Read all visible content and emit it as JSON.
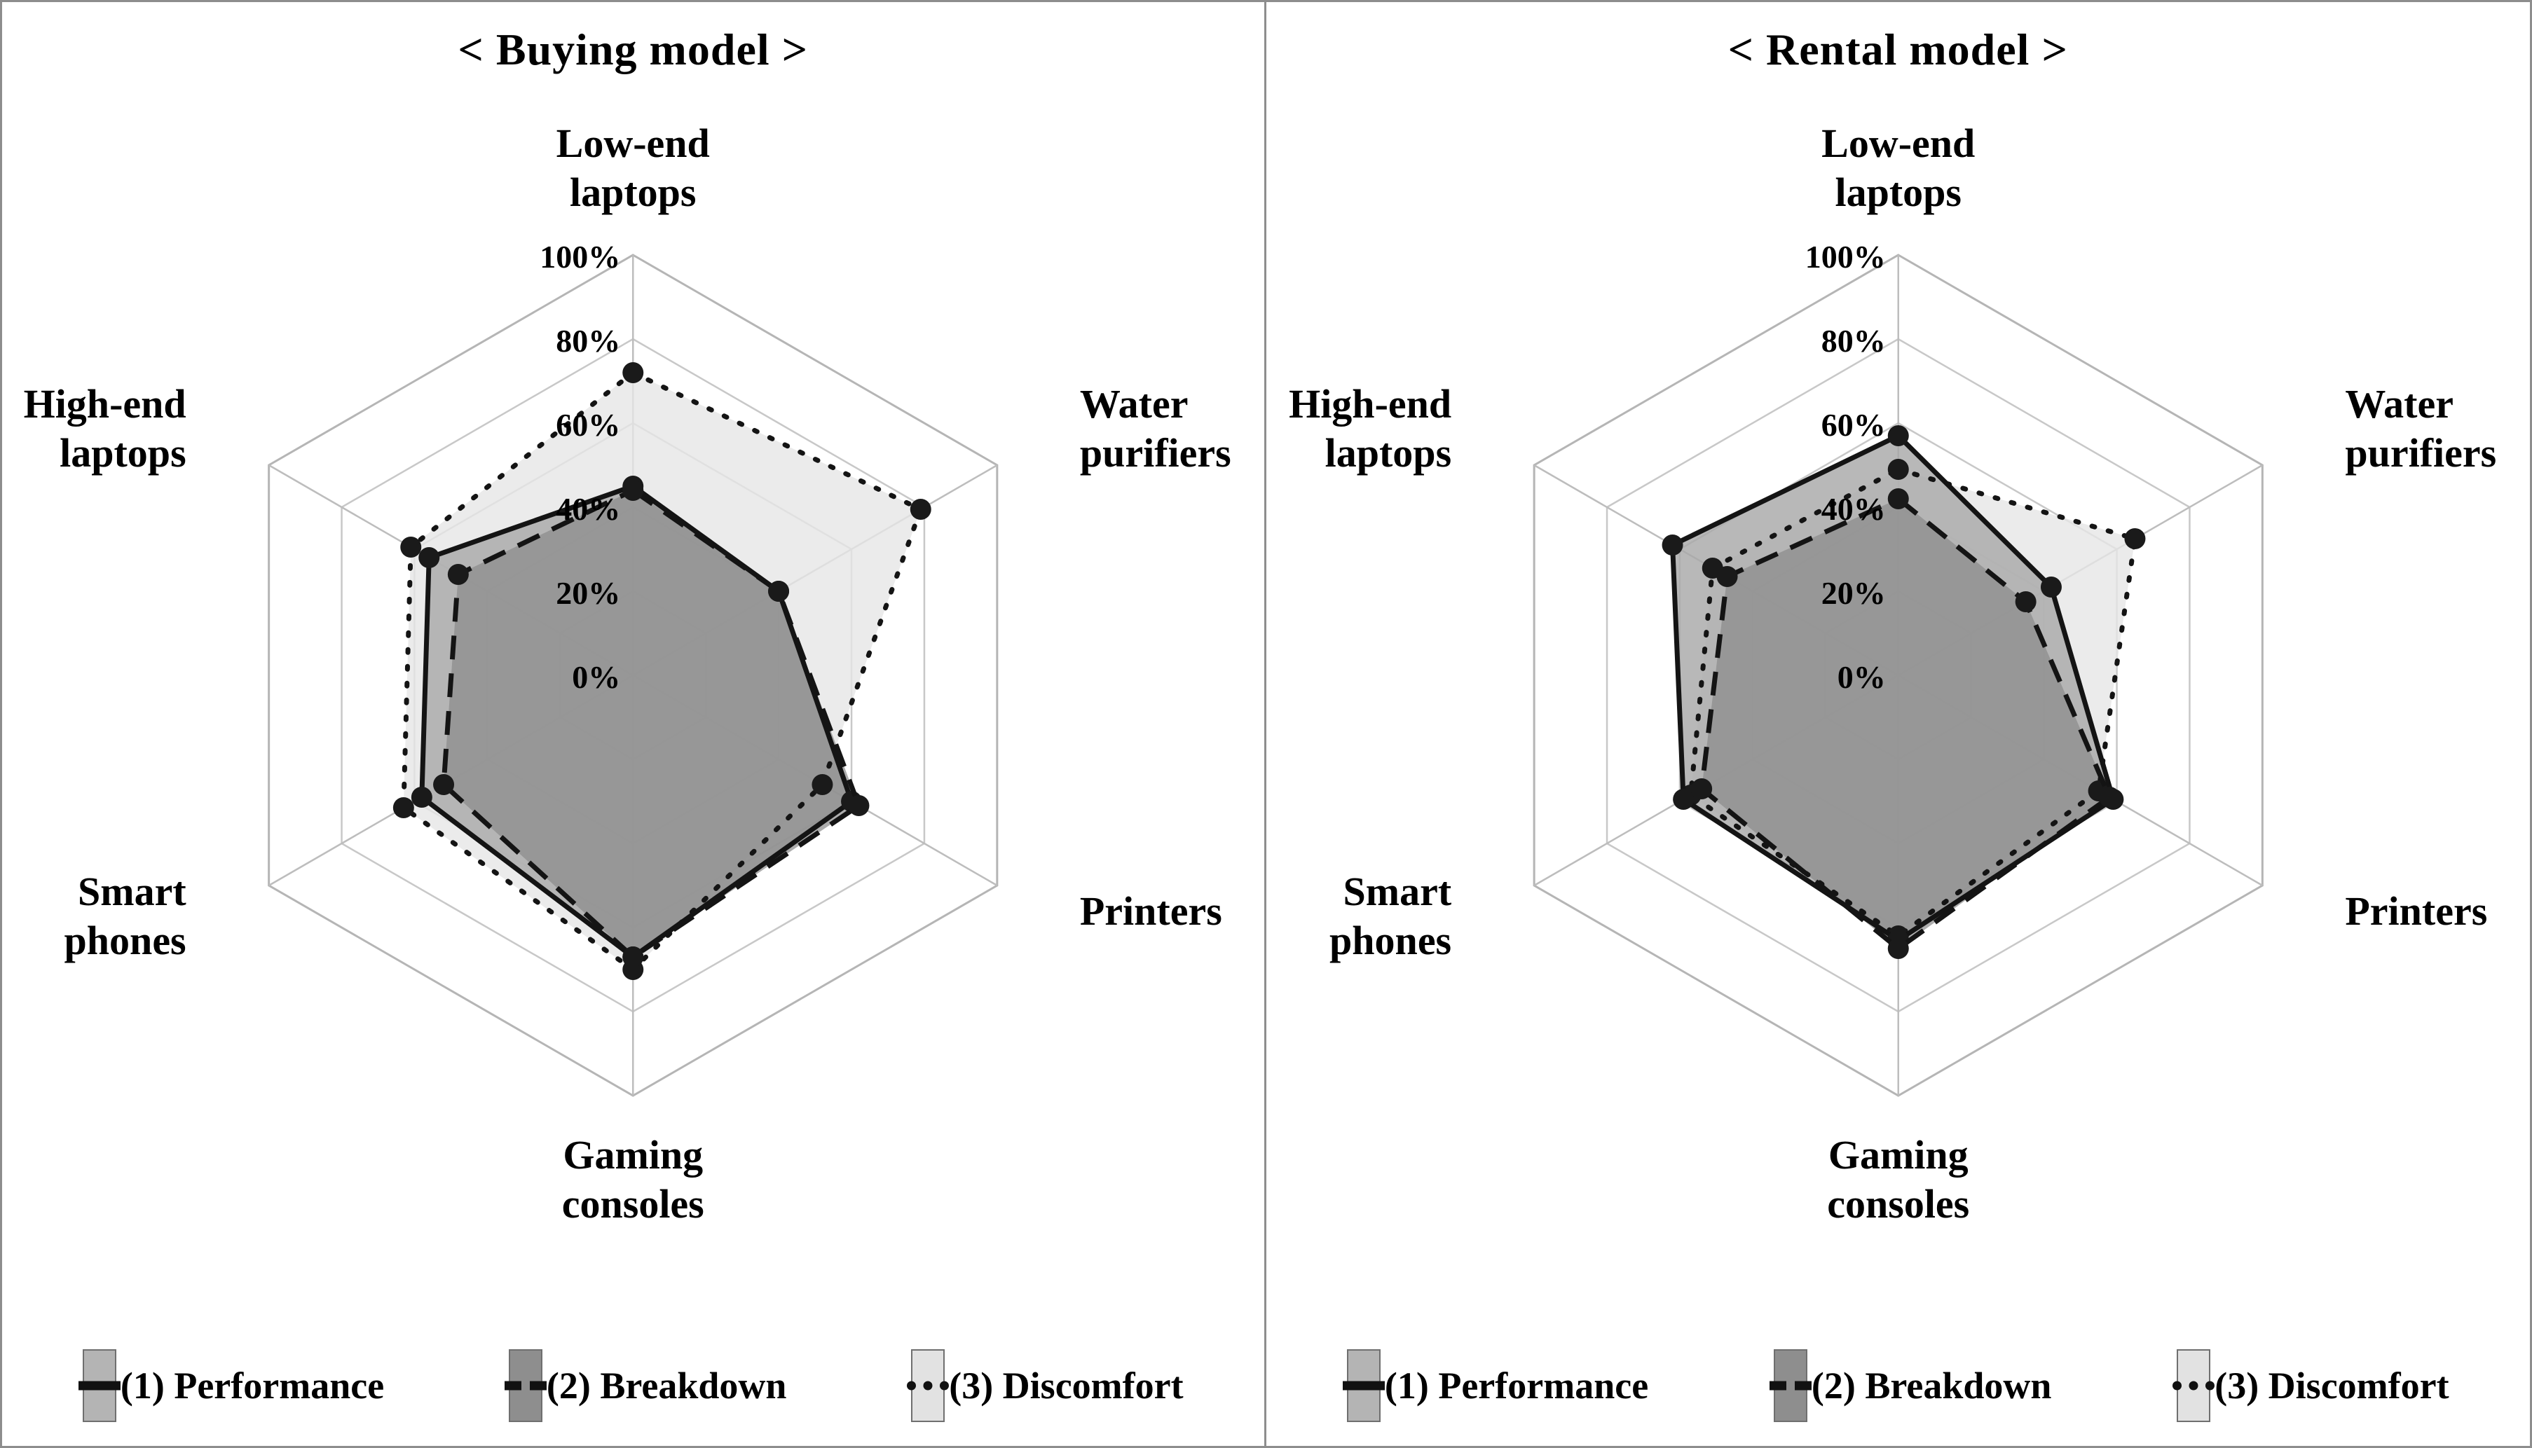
{
  "figure": {
    "panels": [
      {
        "id": "buying",
        "title": "< Buying model >",
        "axes": [
          "Low-end\nlaptops",
          "Water\npurifiers",
          "Printers",
          "Gaming\nconsoles",
          "Smart\nphones",
          "High-end\nlaptops"
        ],
        "tick_labels": [
          "0%",
          "20%",
          "40%",
          "60%",
          "80%",
          "100%"
        ]
      },
      {
        "id": "rental",
        "title": "< Rental model >",
        "axes": [
          "Low-end\nlaptops",
          "Water\npurifiers",
          "Printers",
          "Gaming\nconsoles",
          "Smart\nphones",
          "High-end\nlaptops"
        ],
        "tick_labels": [
          "0%",
          "20%",
          "40%",
          "60%",
          "80%",
          "100%"
        ]
      }
    ],
    "legend": [
      {
        "key": "performance",
        "label": "(1) Performance",
        "line_style": "solid",
        "fill": "#b4b4b4"
      },
      {
        "key": "breakdown",
        "label": "(2) Breakdown",
        "line_style": "dashed",
        "fill": "#8e8e8e"
      },
      {
        "key": "discomfort",
        "label": "(3) Discomfort",
        "line_style": "dotted",
        "fill": "#e2e2e2"
      }
    ],
    "colors": {
      "grid": "#c8c8c8",
      "frame": "#8d8d8d",
      "line": "#141414",
      "fill_performance": "#a8a8a8",
      "fill_breakdown": "#8a8a8a",
      "fill_discomfort": "#e6e6e6"
    }
  },
  "chart_data": [
    {
      "type": "radar",
      "title": "< Buying model >",
      "categories": [
        "Low-end laptops",
        "Water purifiers",
        "Printers",
        "Gaming consoles",
        "Smart phones",
        "High-end laptops"
      ],
      "rlim": [
        0,
        100
      ],
      "rticks": [
        0,
        20,
        40,
        60,
        80,
        100
      ],
      "rtick_labels": [
        "0%",
        "20%",
        "40%",
        "60%",
        "80%",
        "100%"
      ],
      "grid": true,
      "legend_position": "bottom",
      "unit": "%",
      "series": [
        {
          "name": "(1) Performance",
          "values": [
            45,
            40,
            60,
            67,
            58,
            56
          ]
        },
        {
          "name": "(2) Breakdown",
          "values": [
            44,
            40,
            62,
            67,
            52,
            48
          ]
        },
        {
          "name": "(3) Discomfort",
          "values": [
            72,
            79,
            52,
            70,
            63,
            61
          ]
        }
      ]
    },
    {
      "type": "radar",
      "title": "< Rental model >",
      "categories": [
        "Low-end laptops",
        "Water purifiers",
        "Printers",
        "Gaming consoles",
        "Smart phones",
        "High-end laptops"
      ],
      "rlim": [
        0,
        100
      ],
      "rticks": [
        0,
        20,
        40,
        60,
        80,
        100
      ],
      "rtick_labels": [
        "0%",
        "20%",
        "40%",
        "60%",
        "80%",
        "100%"
      ],
      "grid": true,
      "legend_position": "bottom",
      "unit": "%",
      "series": [
        {
          "name": "(1) Performance",
          "values": [
            57,
            42,
            59,
            63,
            59,
            62
          ]
        },
        {
          "name": "(2) Breakdown",
          "values": [
            42,
            35,
            58,
            65,
            54,
            47
          ]
        },
        {
          "name": "(3) Discomfort",
          "values": [
            49,
            65,
            55,
            62,
            57,
            51
          ]
        }
      ]
    }
  ]
}
